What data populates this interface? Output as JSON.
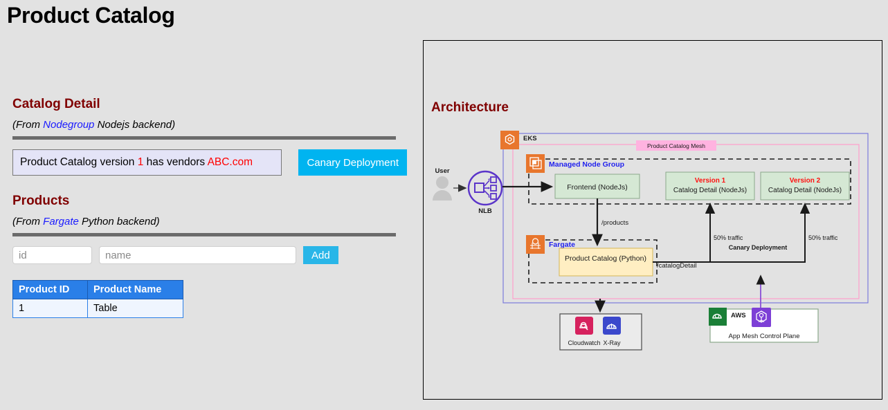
{
  "page": {
    "title": "Product Catalog"
  },
  "catalog_detail": {
    "heading": "Catalog Detail",
    "subtitle_pre": "(From ",
    "subtitle_accent": "Nodegroup",
    "subtitle_post": " Nodejs backend)",
    "message_pre": "Product Catalog version ",
    "message_version": "1",
    "message_mid": " has vendors ",
    "message_vendor": "ABC.com",
    "canary_button": "Canary Deployment"
  },
  "products": {
    "heading": "Products",
    "subtitle_pre": "(From ",
    "subtitle_accent": "Fargate",
    "subtitle_post": " Python backend)",
    "id_placeholder": "id",
    "name_placeholder": "name",
    "id_value": "",
    "name_value": "",
    "add_button": "Add",
    "columns": [
      "Product ID",
      "Product Name"
    ],
    "rows": [
      {
        "id": "1",
        "name": "Table"
      }
    ]
  },
  "architecture": {
    "heading": "Architecture",
    "nodes": {
      "user": "User",
      "nlb": "NLB",
      "eks": "EKS",
      "mesh": "Product Catalog Mesh",
      "managed_node_group": "Managed Node Group",
      "frontend": "Frontend (NodeJs)",
      "fargate": "Fargate",
      "product_catalog": "Product Catalog (Python)",
      "version1_title": "Version 1",
      "version1_sub": "Catalog Detail (NodeJs)",
      "version2_title": "Version 2",
      "version2_sub": "Catalog Detail (NodeJs)",
      "cloudwatch": "Cloudwatch",
      "xray": "X-Ray",
      "aws": "AWS",
      "app_mesh": "App Mesh Control Plane"
    },
    "edges": {
      "products_path": "/products",
      "catalog_detail_path": "/catalogDetail",
      "traffic_left": "50% traffic",
      "traffic_right": "50% traffic",
      "canary_label": "Canary Deployment"
    }
  },
  "colors": {
    "accent_blue": "#1a1aff",
    "heading_maroon": "#800000",
    "danger_red": "#ff0000",
    "button_cyan": "#00b4f0",
    "table_header_blue": "#2a7fe8",
    "aws_orange": "#e8762d",
    "mesh_pink": "#ffaad4",
    "eks_border_blue": "#7b7bdb",
    "green_box": "#d5e8d4",
    "yellow_box": "#ffe9b0",
    "purple_nlb": "#5a34c9"
  }
}
